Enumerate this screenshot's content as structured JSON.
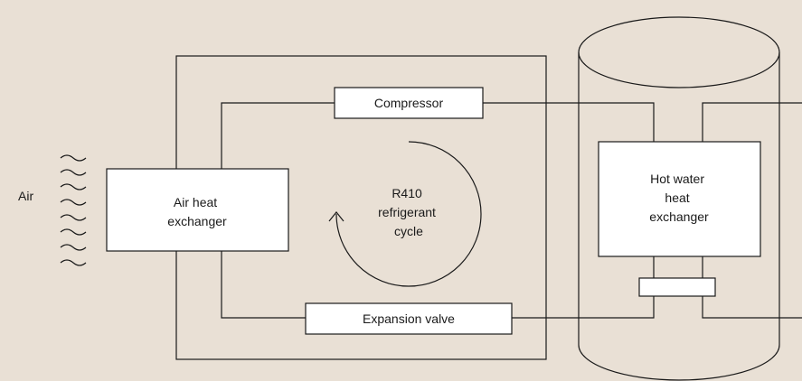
{
  "labels": {
    "air": "Air",
    "air_heat_exchanger": [
      "Air heat",
      "exchanger"
    ],
    "compressor": "Compressor",
    "expansion_valve": "Expansion valve",
    "cycle": [
      "R410",
      "refrigerant",
      "cycle"
    ],
    "hot_water_heat_exchanger": [
      "Hot water",
      "heat",
      "exchanger"
    ]
  },
  "colors": {
    "background": "#e9e0d5",
    "line": "#1a1a1a",
    "box_fill": "#ffffff"
  }
}
